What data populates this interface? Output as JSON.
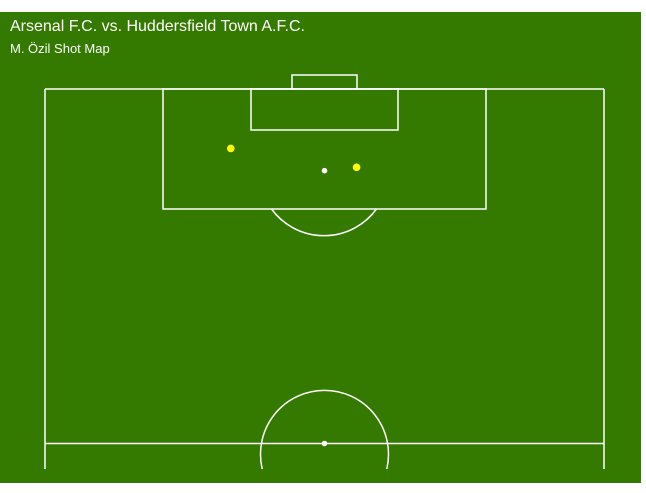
{
  "header": {
    "title": "Arsenal F.C. vs. Huddersfield Town A.F.C.",
    "subtitle": "M. Özil Shot Map"
  },
  "colors": {
    "pitch": "#357a00",
    "lines": "#ffffff",
    "shot": "#ffff00",
    "spot": "#ffffff"
  },
  "chart_data": {
    "type": "scatter",
    "title": "Arsenal F.C. vs. Huddersfield Town A.F.C.",
    "subtitle": "M. Özil Shot Map",
    "xlabel": "",
    "ylabel": "",
    "xlim": [
      0,
      68
    ],
    "ylim": [
      52.5,
      105
    ],
    "grid": false,
    "series": [
      {
        "points": [
          {
            "x": 22.6,
            "y": 96.2
          },
          {
            "x": 37.9,
            "y": 93.4
          }
        ]
      }
    ]
  }
}
